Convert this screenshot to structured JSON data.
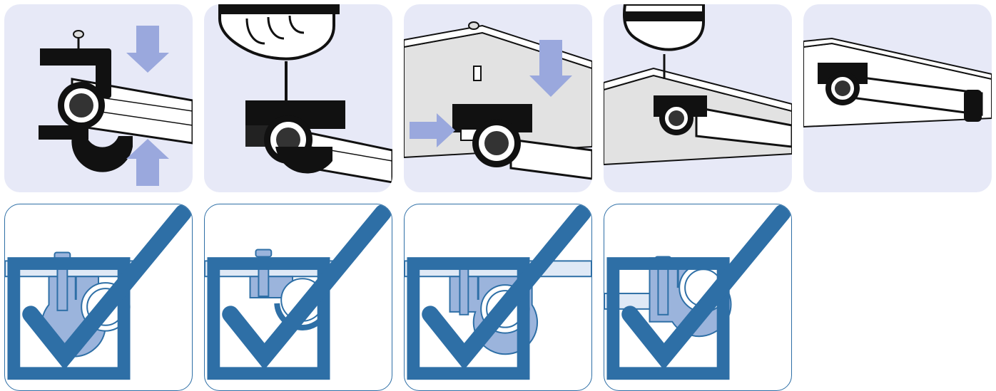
{
  "title": "",
  "colors": {
    "panel_bg": "#e7e9f7",
    "arrow": "#9aa8dd",
    "bracket": "#111111",
    "rail": "#ffffff",
    "ceiling_gray": "#e2e2e2",
    "diagram_blue": "#9bb4dc",
    "diagram_stroke": "#2e6fa6",
    "check_blue": "#2e6fa6"
  },
  "steps": [
    {
      "id": "step-1",
      "description_icon": "snap-bracket-on-rail-icon"
    },
    {
      "id": "step-2",
      "description_icon": "screwdriver-tighten-icon"
    },
    {
      "id": "step-3",
      "description_icon": "mount-to-ceiling-icon"
    },
    {
      "id": "step-4",
      "description_icon": "screw-to-ceiling-icon"
    },
    {
      "id": "step-5",
      "description_icon": "rail-mounted-icon"
    }
  ],
  "cross_sections": [
    {
      "id": "variant-1",
      "icon": "checkmark-box-icon"
    },
    {
      "id": "variant-2",
      "icon": "checkmark-box-icon"
    },
    {
      "id": "variant-3",
      "icon": "checkmark-box-icon"
    },
    {
      "id": "variant-4",
      "icon": "checkmark-box-icon"
    }
  ]
}
